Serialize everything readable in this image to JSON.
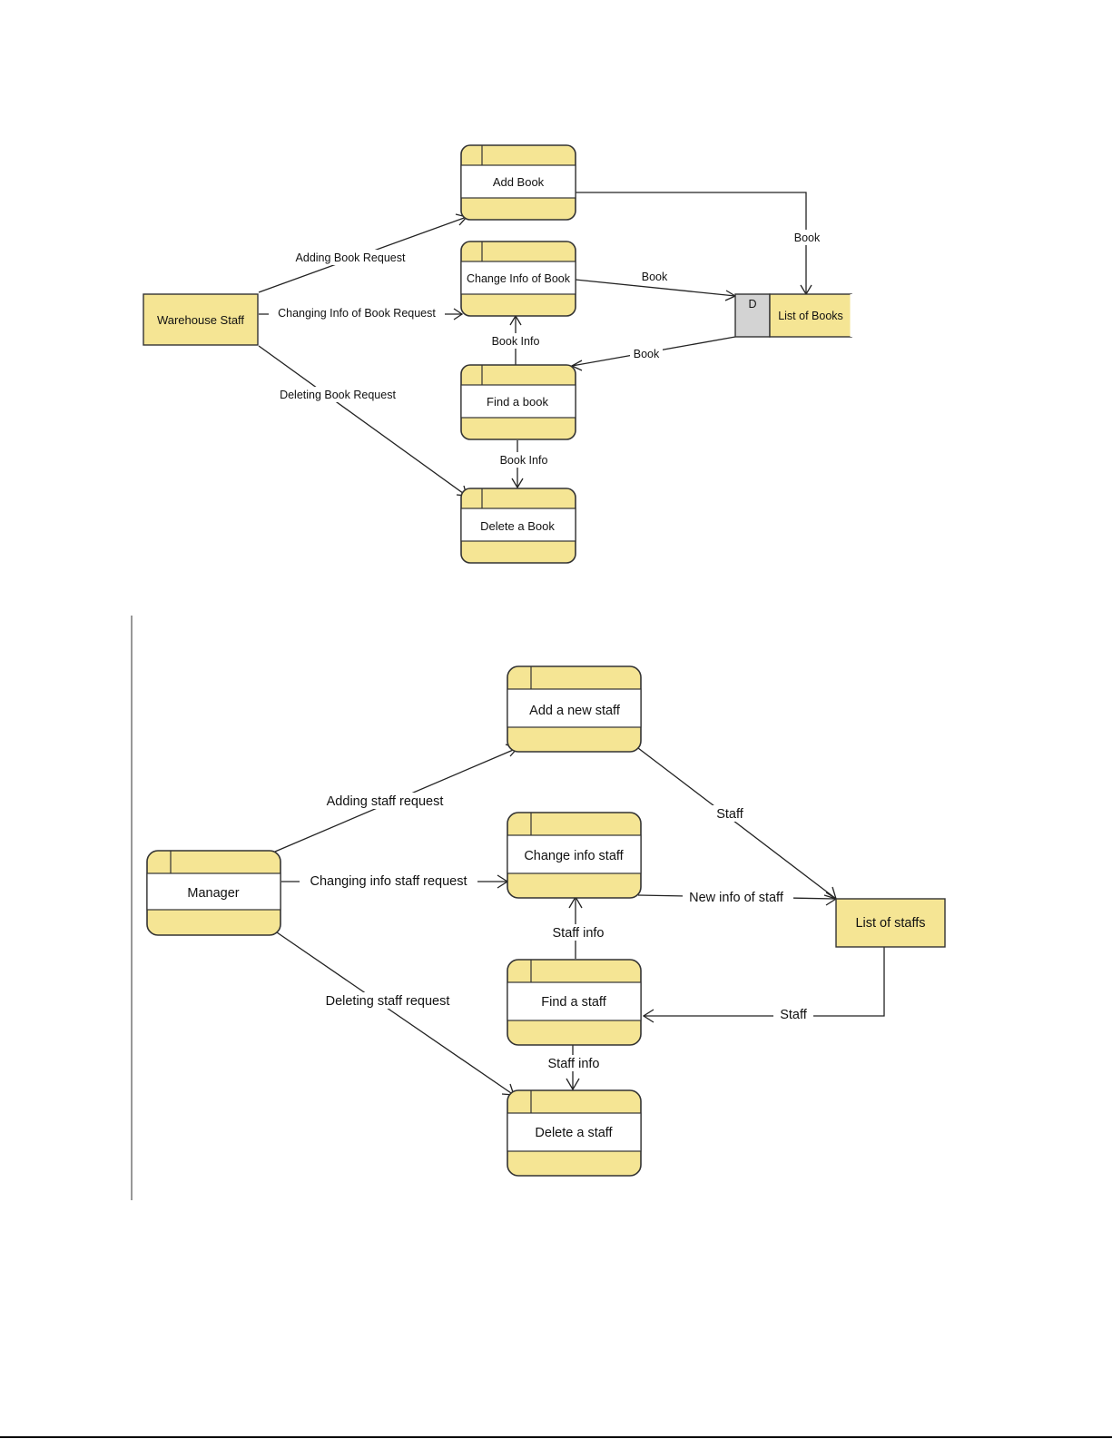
{
  "diagram1": {
    "entity": "Warehouse Staff",
    "processes": {
      "add": "Add Book",
      "change": "Change Info of Book",
      "find": "Find a book",
      "delete": "Delete a Book"
    },
    "store": {
      "id": "D",
      "name": "List of Books"
    },
    "flows": {
      "adding_request": "Adding Book Request",
      "changing_request": "Changing Info of Book Request",
      "deleting_request": "Deleting Book Request",
      "add_to_store": "Book",
      "change_to_store": "Book",
      "store_to_find": "Book",
      "find_to_change": "Book Info",
      "find_to_delete": "Book Info"
    }
  },
  "diagram2": {
    "entity": "Manager",
    "processes": {
      "add": "Add a new staff",
      "change": "Change info staff",
      "find": "Find a staff",
      "delete": "Delete a staff"
    },
    "store": {
      "name": "List of staffs"
    },
    "flows": {
      "adding_request": "Adding staff request",
      "changing_request": "Changing info staff request",
      "deleting_request": "Deleting staff request",
      "add_to_store": "Staff",
      "change_to_store": "New info of staff",
      "store_to_find": "Staff",
      "find_to_change": "Staff info",
      "find_to_delete": "Staff info"
    }
  },
  "colors": {
    "node_fill": "#f5e594",
    "store_id_fill": "#d3d3d3",
    "stroke": "#333333"
  }
}
